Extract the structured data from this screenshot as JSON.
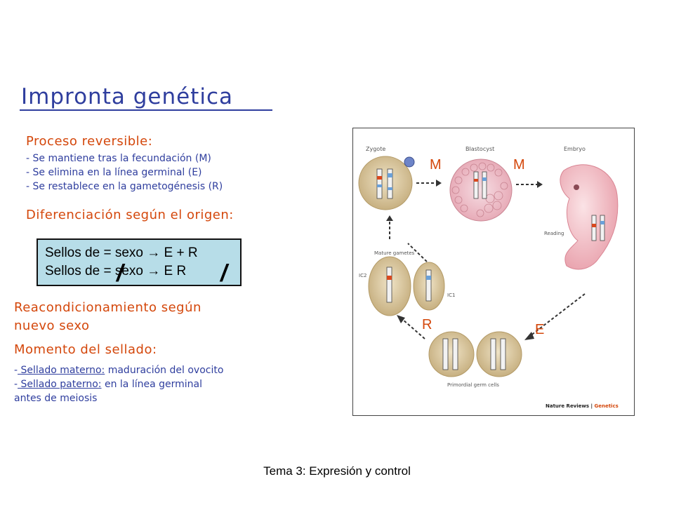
{
  "title": "Impronta genética",
  "section1": {
    "heading": "Proceso reversible:",
    "items": [
      "- Se mantiene tras la fecundación (M)",
      "- Se elimina en la línea germinal (E)",
      "- Se restablece en la gametogénesis (R)"
    ]
  },
  "section2": {
    "heading": "Diferenciación según el origen:"
  },
  "box": {
    "line1": "Sellos de = sexo → E + R",
    "line2": "Sellos de = sexo → E   R",
    "slash": "/"
  },
  "section3": {
    "heading_line1": "Reacondicionamiento según",
    "heading_line2": "nuevo sexo"
  },
  "section4": {
    "heading": "Momento del sellado:",
    "item1_prefix": "-",
    "item1_underlined": " Sellado materno:",
    "item1_rest": " maduración del ovocito",
    "item2_prefix": "-",
    "item2_underlined": " Sellado paterno:",
    "item2_rest": " en la línea germinal",
    "item2_cont": "antes de meiosis"
  },
  "figure": {
    "labels": {
      "zygote": "Zygote",
      "blastocyst": "Blastocyst",
      "embryo": "Embryo",
      "reading": "Reading",
      "mature_gametes": "Mature gametes",
      "primordial": "Primordial germ cells",
      "ic2": "IC2",
      "ic1": "IC1",
      "credit_a": "Nature Reviews",
      "credit_sep": " | ",
      "credit_b": "Genetics"
    },
    "letters": {
      "m1": "M",
      "m2": "M",
      "r": "R",
      "e": "E"
    }
  },
  "footer": "Tema 3: Expresión y control",
  "colors": {
    "blue": "#2f3e9e",
    "orange": "#d4470b",
    "box": "#b7dde8"
  }
}
